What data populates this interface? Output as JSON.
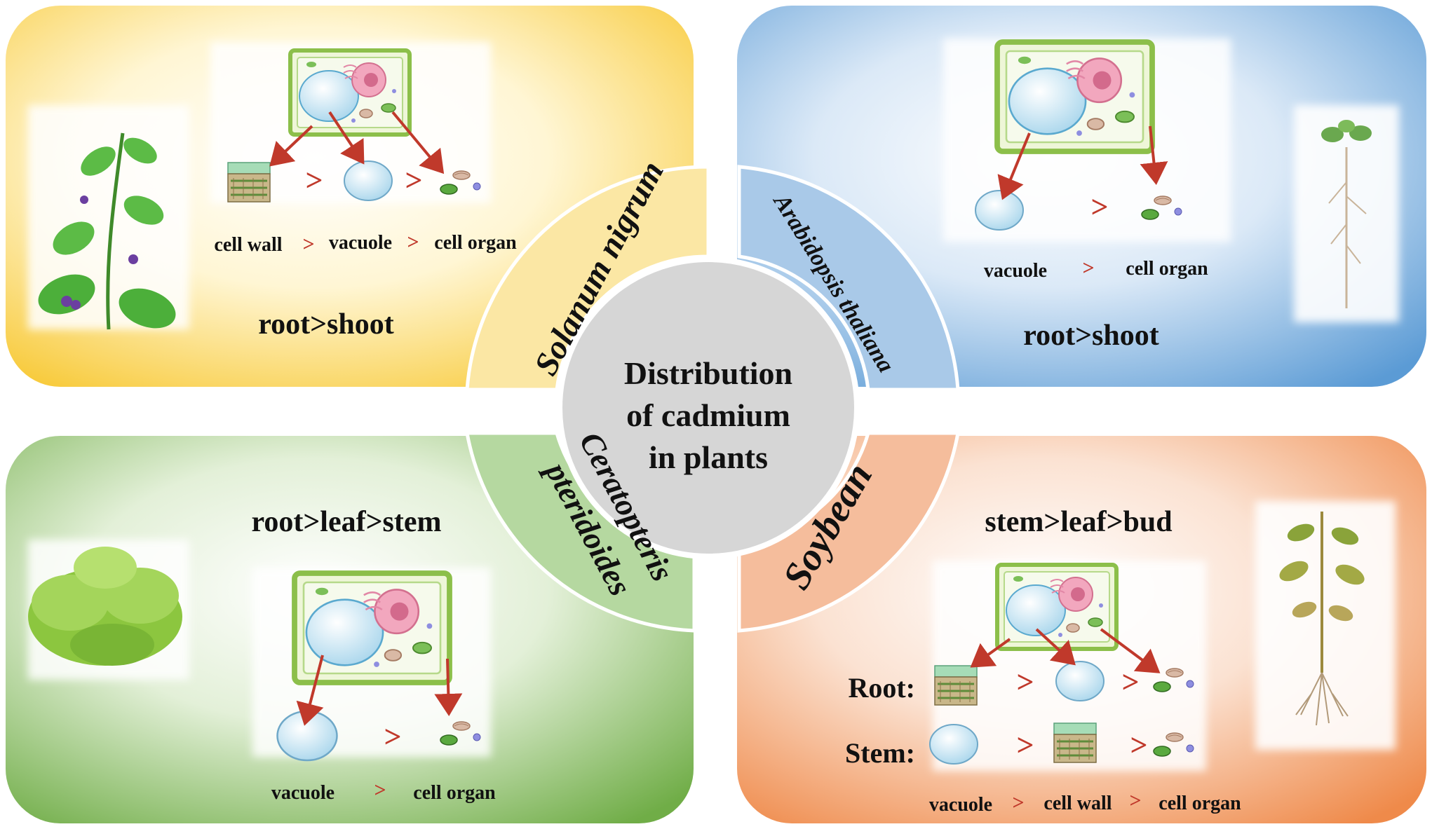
{
  "center": {
    "lines": [
      "Distribution",
      "of cadmium",
      "in plants"
    ]
  },
  "colors": {
    "yellow": "#f7c62c",
    "blue": "#5b9bd5",
    "green": "#70ad47",
    "orange": "#ef8a4a",
    "arrow": "#c0392b",
    "center": "#d6d6d6"
  },
  "panels": {
    "top_left": {
      "species": "Solanum nigrum",
      "organ_order": "root>shoot",
      "cell_order": [
        "cell wall",
        "vacuole",
        "cell organ"
      ]
    },
    "top_right": {
      "species": "Arabidopsis thaliana",
      "organ_order": "root>shoot",
      "cell_order": [
        "vacuole",
        "cell organ"
      ]
    },
    "bottom_left": {
      "species_line1": "Ceratopteris",
      "species_line2": "pteridoides",
      "organ_order": "root>leaf>stem",
      "cell_order": [
        "vacuole",
        "cell organ"
      ]
    },
    "bottom_right": {
      "species": "Soybean",
      "organ_order": "stem>leaf>bud",
      "root_label": "Root:",
      "stem_label": "Stem:",
      "cell_order": [
        "vacuole",
        "cell wall",
        "cell organ"
      ]
    }
  },
  "gt_symbol": ">"
}
